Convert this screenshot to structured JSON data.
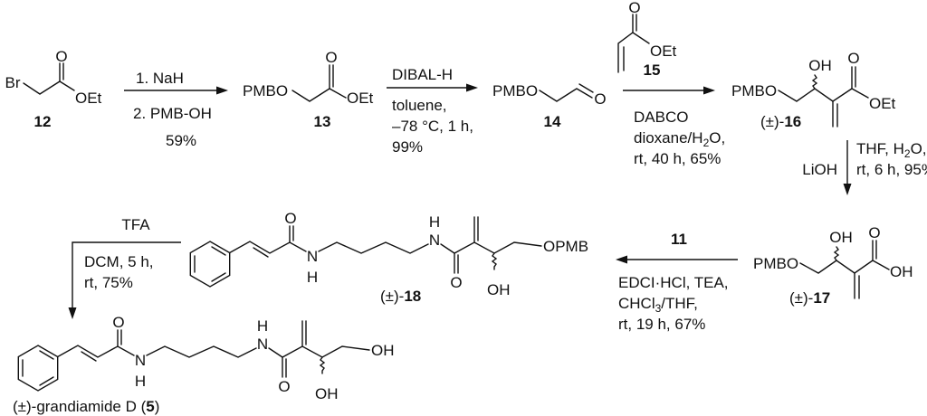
{
  "compounds": {
    "c12": {
      "label": "12",
      "br": "Br",
      "o": "O",
      "oet": "OEt"
    },
    "c13": {
      "label": "13",
      "pmbo": "PMBO",
      "o": "O",
      "oet": "OEt"
    },
    "c14": {
      "label": "14",
      "pmbo": "PMBO",
      "o": "O"
    },
    "c15": {
      "label": "15",
      "o": "O",
      "oet": "OEt"
    },
    "c16": {
      "prefix": "(±)-",
      "label": "16",
      "pmbo": "PMBO",
      "oh": "OH",
      "o": "O",
      "oet": "OEt"
    },
    "c17": {
      "prefix": "(±)-",
      "label": "17",
      "pmbo": "PMBO",
      "oh": "OH",
      "o": "O",
      "oh2": "OH"
    },
    "c18": {
      "prefix": "(±)-",
      "label": "18",
      "o1": "O",
      "n1": "N",
      "h1": "H",
      "n2": "N",
      "h2": "H",
      "o2": "O",
      "oh": "OH",
      "opmb": "OPMB"
    },
    "c5": {
      "prefix": "(±)-grandiamide D (",
      "label": "5",
      "suffix": ")",
      "o1": "O",
      "n1": "N",
      "h1": "H",
      "n2": "N",
      "h2": "H",
      "o2": "O",
      "oh": "OH",
      "oh2": "OH"
    }
  },
  "steps": {
    "s1": {
      "line1": "1. NaH",
      "line2": "2. PMB-OH",
      "yield": "59%"
    },
    "s2": {
      "above": "DIBAL-H",
      "line1": "toluene,",
      "line2": "–78 °C, 1 h,",
      "line3": "99%"
    },
    "s3": {
      "line1": "DABCO",
      "line2_pre": "dioxane/H",
      "line2_sub": "2",
      "line2_post": "O,",
      "line3": "rt, 40 h, 65%"
    },
    "s4": {
      "left": "LiOH",
      "line1_pre": "THF, H",
      "line1_sub": "2",
      "line1_post": "O,",
      "line2": "rt, 6 h, 95%"
    },
    "s5": {
      "above": "11",
      "line1": "EDCI·HCl, TEA,",
      "line2_pre": "CHCl",
      "line2_sub": "3",
      "line2_post": "/THF,",
      "line3": "rt, 19 h, 67%"
    },
    "s6": {
      "above": "TFA",
      "line1": "DCM, 5 h,",
      "line2": "rt, 75%"
    }
  }
}
